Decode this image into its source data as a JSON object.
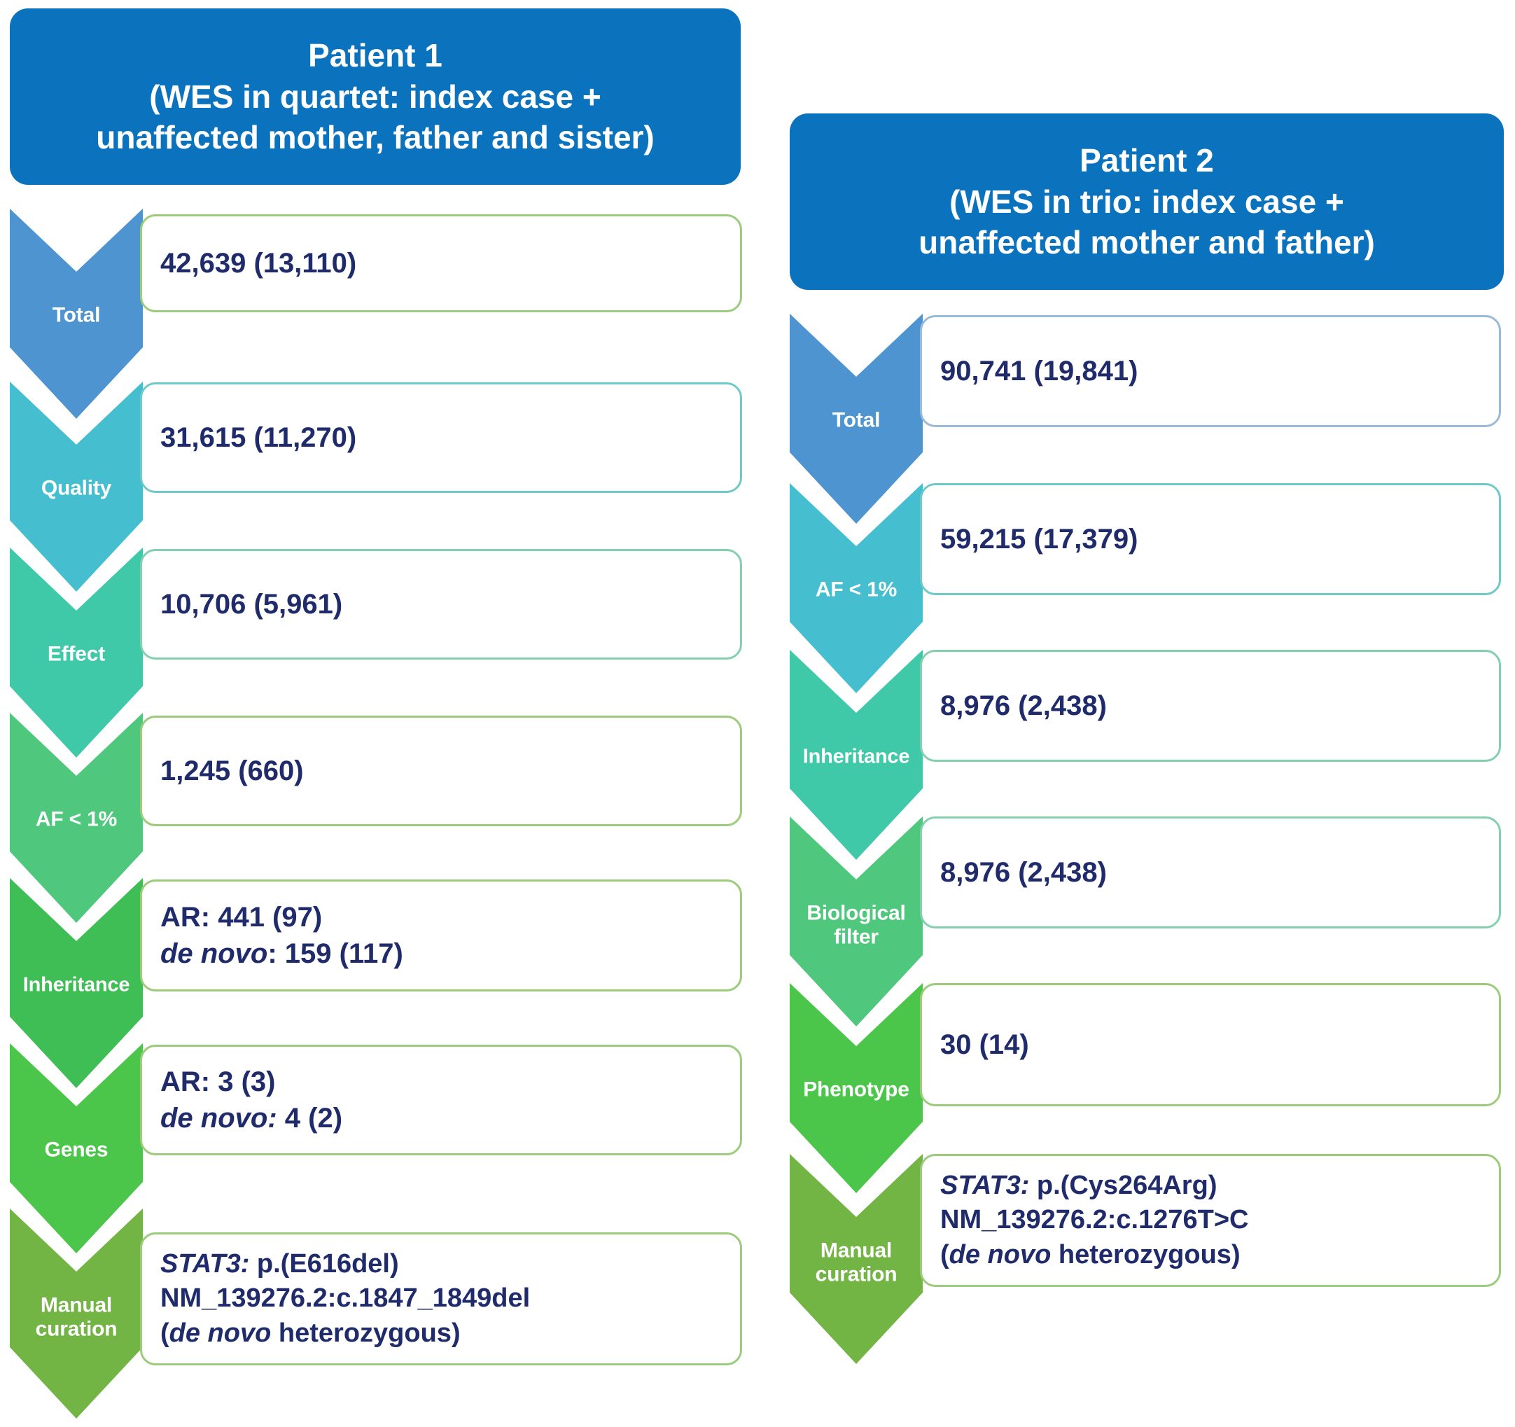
{
  "figure": {
    "type": "flowchart",
    "description": "Two parallel WES variant-filtering cascades for Patient 1 and Patient 2",
    "note": "Numbers are variants with number of genes in parentheses"
  },
  "colors": {
    "header_blue": "#0B72BE",
    "step_blue": "#4D94D1",
    "step_teal": "#45BFCF",
    "step_seagreen": "#3FC9A8",
    "step_green": "#4FC87E",
    "step_green_dark": "#4CC64A",
    "step_olive": "#72B544",
    "value_text": "#1F2B6B",
    "box_border_green": "#9CCB7B",
    "box_border_teal": "#6FC9C6",
    "box_border_seagreen": "#83CFAE",
    "box_border_blue": "#9BB9D8"
  },
  "columns": [
    {
      "id": "patient-1",
      "header": {
        "lines": [
          "Patient 1",
          "(WES in quartet: index case +",
          "unaffected mother, father and sister)"
        ]
      },
      "steps": [
        {
          "label": "Total",
          "color": "#4D94D1",
          "border": "#9CCB7B",
          "lines": [
            "42,639 (13,110)"
          ]
        },
        {
          "label": "Quality",
          "color": "#45BFCF",
          "border": "#6FC9C6",
          "lines": [
            "31,615 (11,270)"
          ]
        },
        {
          "label": "Effect",
          "color": "#3FC9A8",
          "border": "#83CFAE",
          "lines": [
            "10,706 (5,961)"
          ]
        },
        {
          "label": "AF < 1%",
          "color": "#4FC87E",
          "border": "#9CCB7B",
          "lines": [
            "1,245 (660)"
          ]
        },
        {
          "label": "Inheritance",
          "color": "#3FBE56",
          "border": "#9CCB7B",
          "lines": [
            "AR: 441 (97)",
            "de novo: 159 (117)"
          ],
          "italic_prefix": [
            "",
            "de novo"
          ]
        },
        {
          "label": "Genes",
          "color": "#4CC64A",
          "border": "#9CCB7B",
          "lines": [
            "AR: 3 (3)",
            "de novo: 4 (2)"
          ],
          "italic_prefix": [
            "",
            "de novo:"
          ]
        },
        {
          "label": "Manual curation",
          "label_lines": [
            "Manual",
            "curation"
          ],
          "color": "#72B544",
          "border": "#9CCB7B",
          "lines": [
            "STAT3: p.(E616del)",
            "NM_139276.2:c.1847_1849del",
            "(de novo heterozygous)"
          ]
        }
      ]
    },
    {
      "id": "patient-2",
      "header": {
        "lines": [
          "Patient 2",
          "(WES in trio: index case +",
          "unaffected mother and father)"
        ]
      },
      "steps": [
        {
          "label": "Total",
          "color": "#4D94D1",
          "border": "#9BB9D8",
          "lines": [
            "90,741 (19,841)"
          ]
        },
        {
          "label": "AF < 1%",
          "color": "#45BFCF",
          "border": "#6FC9C6",
          "lines": [
            "59,215 (17,379)"
          ]
        },
        {
          "label": "Inheritance",
          "color": "#3FC9A8",
          "border": "#83CFAE",
          "lines": [
            "8,976 (2,438)"
          ]
        },
        {
          "label": "Biological filter",
          "label_lines": [
            "Biological",
            "filter"
          ],
          "color": "#4FC87E",
          "border": "#83CFAE",
          "lines": [
            "8,976 (2,438)"
          ]
        },
        {
          "label": "Phenotype",
          "color": "#4CC64A",
          "border": "#9CCB7B",
          "lines": [
            "30 (14)"
          ]
        },
        {
          "label": "Manual curation",
          "label_lines": [
            "Manual",
            "curation"
          ],
          "color": "#72B544",
          "border": "#9CCB7B",
          "lines": [
            "STAT3: p.(Cys264Arg)",
            "NM_139276.2:c.1276T>C",
            "(de novo heterozygous)"
          ]
        }
      ]
    }
  ],
  "p1": {
    "hdr0": "Patient 1",
    "hdr1": "(WES in quartet: index case +",
    "hdr2": "unaffected mother, father and sister)",
    "s0_label": "Total",
    "s0_v0": "42,639 (13,110)",
    "s1_label": "Quality",
    "s1_v0": "31,615 (11,270)",
    "s2_label": "Effect",
    "s2_v0": "10,706 (5,961)",
    "s3_label": "AF < 1%",
    "s3_v0": "1,245 (660)",
    "s4_label": "Inheritance",
    "s4_v0": "AR: 441 (97)",
    "s4_v1_it": "de novo",
    "s4_v1_rest": ": 159 (117)",
    "s5_label": "Genes",
    "s5_v0": "AR: 3 (3)",
    "s5_v1_it": "de novo:",
    "s5_v1_rest": " 4 (2)",
    "s6_label_a": "Manual",
    "s6_label_b": "curation",
    "s6_v0_it": "STAT3:",
    "s6_v0_rest": " p.(E616del)",
    "s6_v1": "NM_139276.2:c.1847_1849del",
    "s6_v2_pre": "(",
    "s6_v2_it": "de novo",
    "s6_v2_rest": " heterozygous)"
  },
  "p2": {
    "hdr0": "Patient 2",
    "hdr1": "(WES in trio: index case +",
    "hdr2": "unaffected mother and father)",
    "s0_label": "Total",
    "s0_v0": "90,741 (19,841)",
    "s1_label": "AF < 1%",
    "s1_v0": "59,215 (17,379)",
    "s2_label": "Inheritance",
    "s2_v0": "8,976 (2,438)",
    "s3_label_a": "Biological",
    "s3_label_b": "filter",
    "s3_v0": "8,976 (2,438)",
    "s4_label": "Phenotype",
    "s4_v0": "30 (14)",
    "s5_label_a": "Manual",
    "s5_label_b": "curation",
    "s5_v0_it": "STAT3:",
    "s5_v0_rest": " p.(Cys264Arg)",
    "s5_v1": "NM_139276.2:c.1276T>C",
    "s5_v2_pre": "(",
    "s5_v2_it": "de novo",
    "s5_v2_rest": " heterozygous)"
  }
}
